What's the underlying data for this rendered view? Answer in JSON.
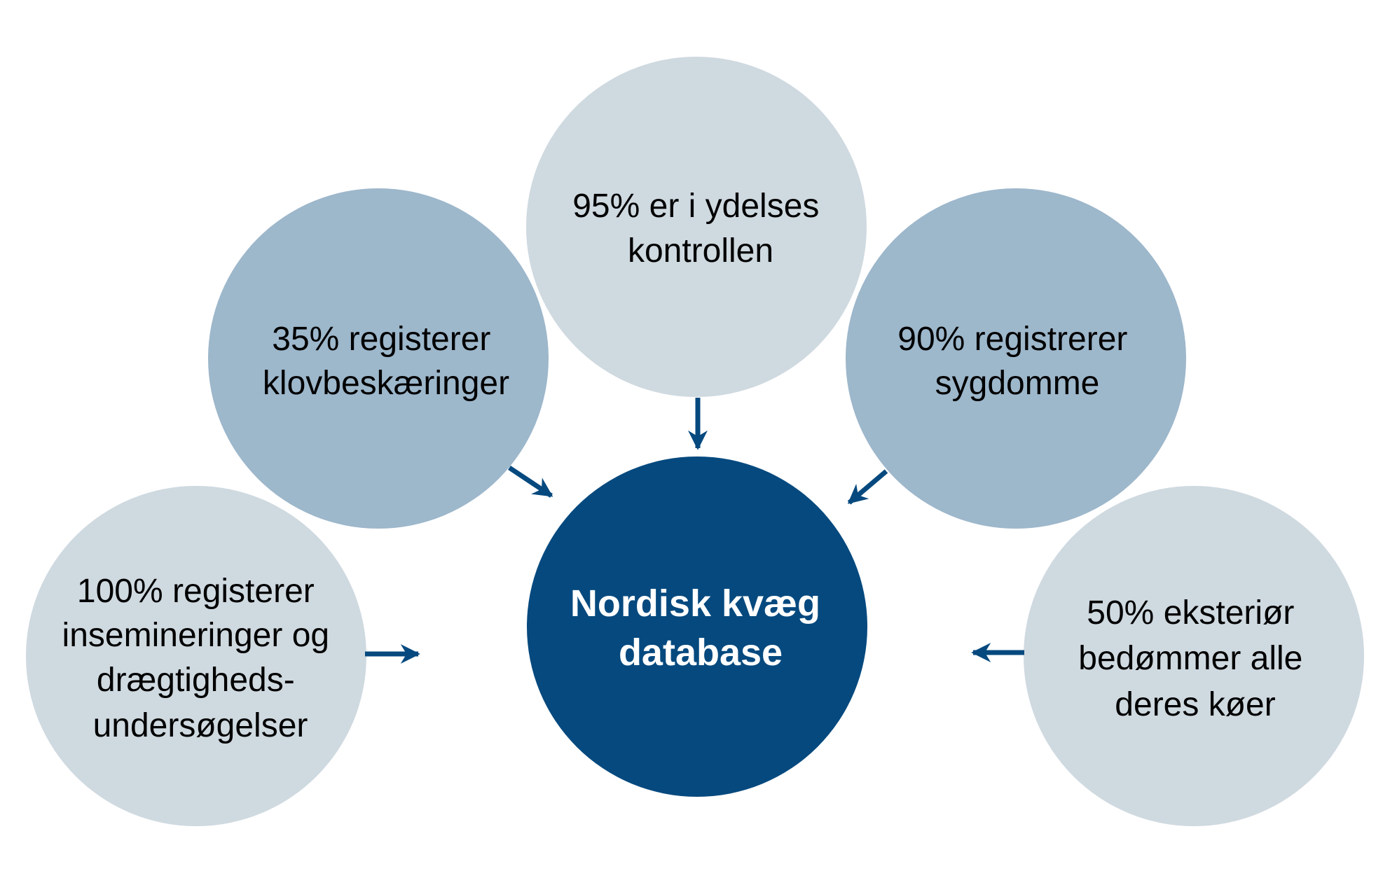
{
  "colors": {
    "light": "#cfd9e0",
    "mid": "#9db7cb",
    "dark": "#05497e",
    "arrow": "#05497e"
  },
  "center": {
    "lines": [
      "Nordisk kvæg",
      "database"
    ]
  },
  "nodes": {
    "top": {
      "lines": [
        "95% er i ydelses",
        "kontrollen"
      ]
    },
    "left": {
      "lines": [
        "35% registerer",
        "klovbeskæringer"
      ]
    },
    "right": {
      "lines": [
        "90% registrerer",
        "sygdomme"
      ]
    },
    "bottom_left": {
      "lines": [
        "100% registerer",
        "insemineringer og",
        "drægtigheds-",
        "undersøgelser"
      ]
    },
    "bottom_right": {
      "lines": [
        "50% eksteriør",
        "bedømmer alle",
        "deres køer"
      ]
    }
  }
}
